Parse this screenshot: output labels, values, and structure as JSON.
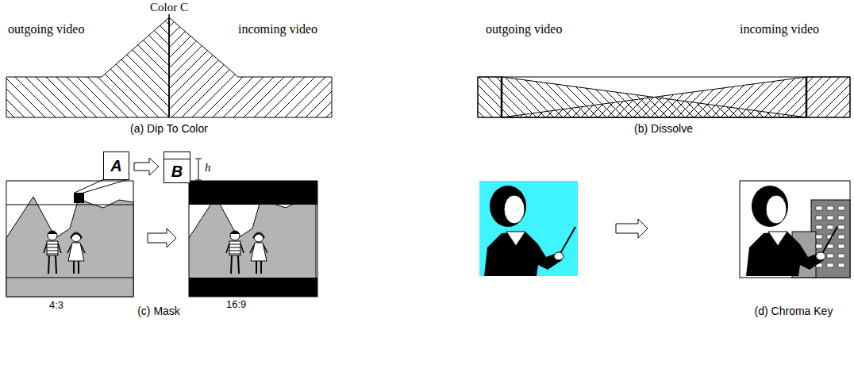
{
  "diagram": {
    "nodes": [
      {
        "text": [
          "A"
        ]
      },
      {
        "text": [
          "B"
        ]
      }
    ],
    "edges": [
      {
        "from": 0,
        "to": 1,
        "arrow": "to"
      }
    ],
    "labels": [
      "Color C",
      "outgoing video",
      "incoming video",
      "outgoing video",
      "incoming video",
      "(a) Dip To Color",
      "(b) Dissolve",
      "h",
      "4:3",
      "(c) Mask",
      "16:9",
      "(d) Chroma Key"
    ]
  }
}
